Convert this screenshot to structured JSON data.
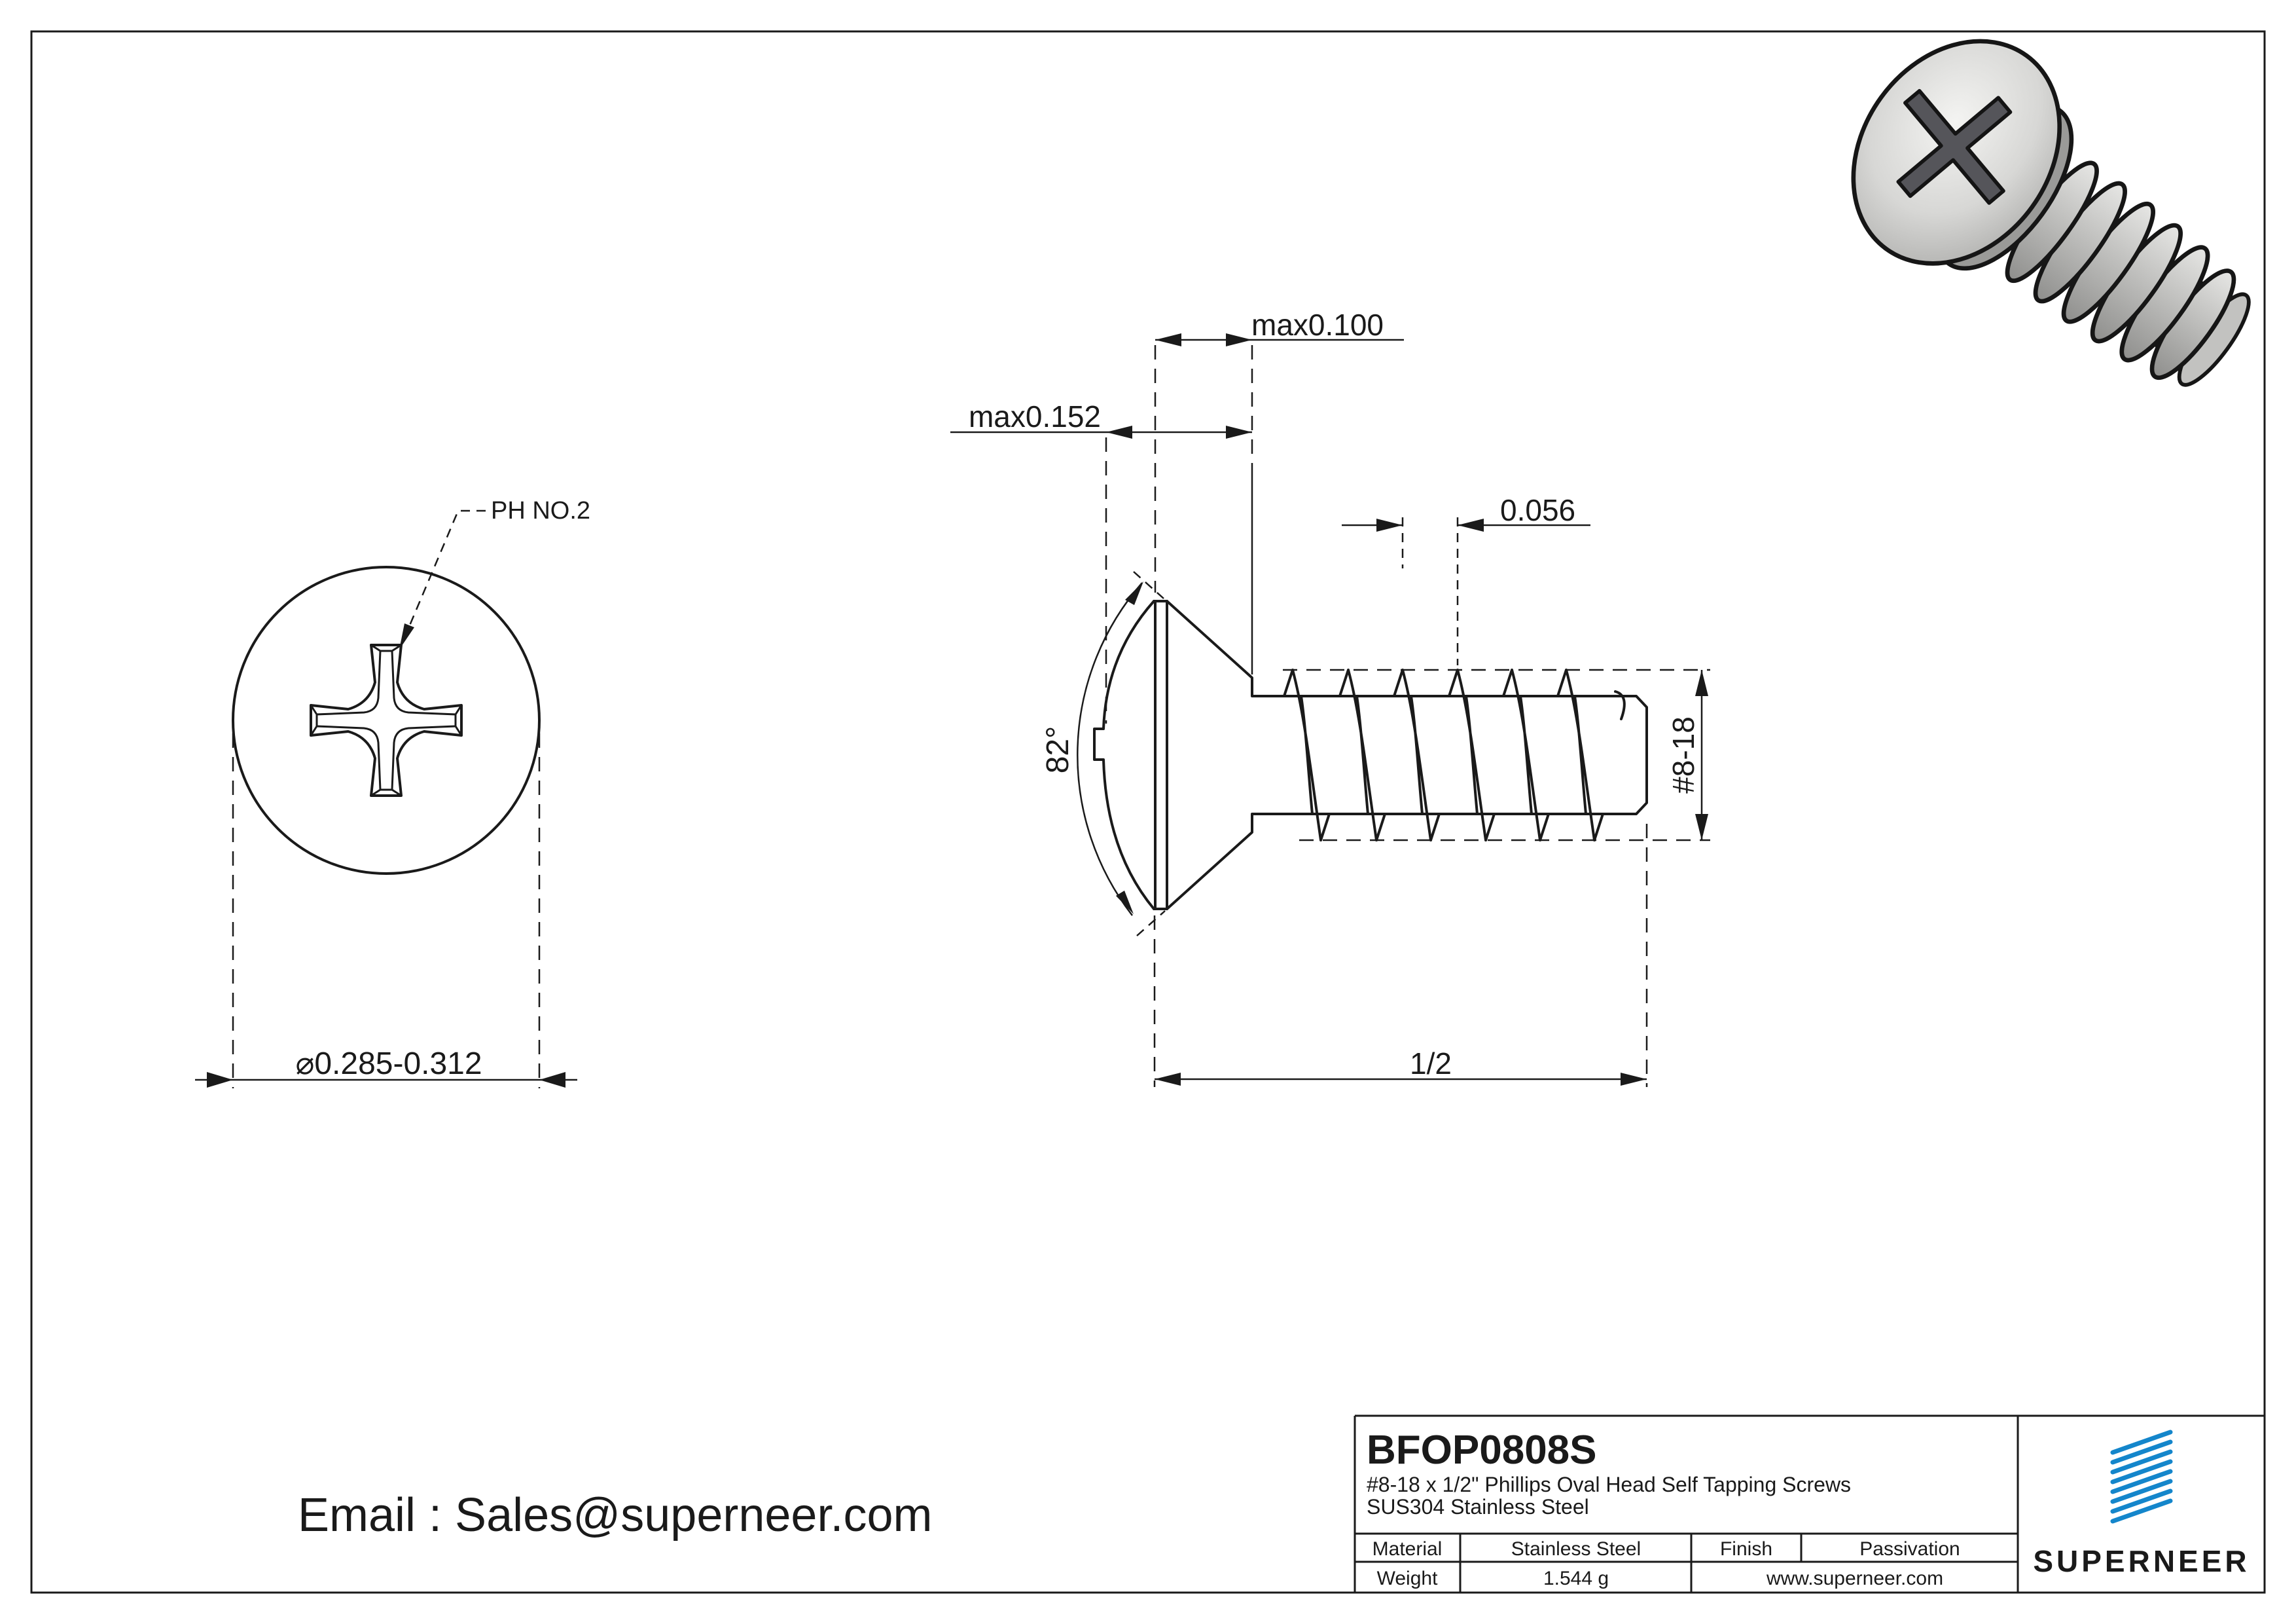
{
  "colors": {
    "accent": "#1486cb",
    "line": "#1a1a1a"
  },
  "brand": {
    "name": "SUPERNEER",
    "url": "www.superneer.com",
    "logo_icon": "diagonal-stripes-flag-icon"
  },
  "contact": {
    "email": "Email : Sales@superneer.com"
  },
  "title_block": {
    "part_number": "BFOP0808S",
    "description_line1": "#8-18 x 1/2\" Phillips Oval Head Self Tapping Screws",
    "description_line2": "SUS304 Stainless Steel",
    "material_label": "Material",
    "material_value": "Stainless Steel",
    "finish_label": "Finish",
    "finish_value": "Passivation",
    "weight_label": "Weight",
    "weight_value": "1.544 g"
  },
  "front_view": {
    "drive_label": "PH NO.2",
    "diameter": "⌀0.285-0.312"
  },
  "side_view": {
    "max_oval": "max0.100",
    "max_head": "max0.152",
    "pitch": "0.056",
    "angle": "82°",
    "thread_size": "#8-18",
    "length": "1/2"
  }
}
